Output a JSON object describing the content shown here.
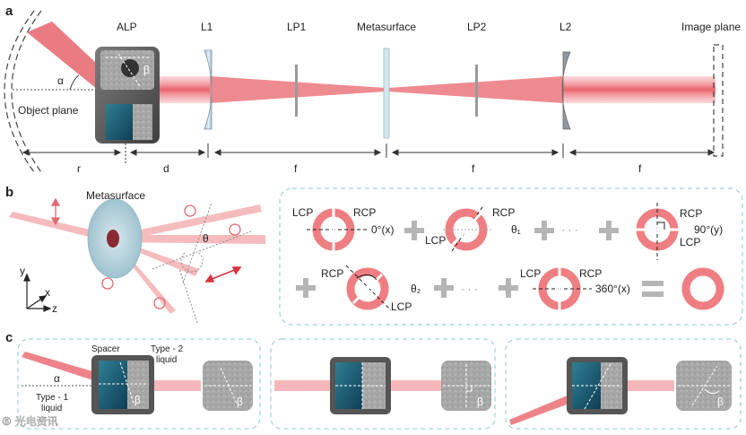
{
  "panels": {
    "a": "a",
    "b": "b",
    "c": "c"
  },
  "panel_a": {
    "alp": "ALP",
    "l1": "L1",
    "lp1": "LP1",
    "metasurface": "Metasurface",
    "lp2": "LP2",
    "l2": "L2",
    "image_plane": "Image plane",
    "object_plane": "Object plane",
    "alpha": "α",
    "beta": "β",
    "dims": [
      "r",
      "d",
      "f",
      "f",
      "f"
    ]
  },
  "panel_b": {
    "metasurface": "Metasurface",
    "theta": "θ",
    "axes": {
      "y": "y",
      "x": "x",
      "z": "z"
    },
    "states": [
      {
        "lcp": "LCP",
        "rcp": "RCP",
        "angle": "0°(x)"
      },
      {
        "lcp": "LCP",
        "rcp": "RCP",
        "angle": "θ₁"
      },
      {
        "lcp": "LCP",
        "rcp": "RCP",
        "angle": "90°(y)"
      },
      {
        "lcp": "LCP",
        "rcp": "RCP",
        "angle": "θ₂"
      },
      {
        "lcp": "LCP",
        "rcp": "RCP",
        "angle": "360°(x)"
      }
    ],
    "dots": "· · ·"
  },
  "panel_c": {
    "spacer": "Spacer",
    "type2": "Type - 2",
    "liquid2": "liquid",
    "type1": "Type - 1",
    "liquid1": "liquid",
    "alpha": "α",
    "beta": "β"
  },
  "watermark": "⑥ 光电资讯",
  "colors": {
    "beam": "#e8646c",
    "ring": "#ef7e82",
    "dash_panel": "#9fd3d6",
    "plus": "#b5b5b5"
  }
}
